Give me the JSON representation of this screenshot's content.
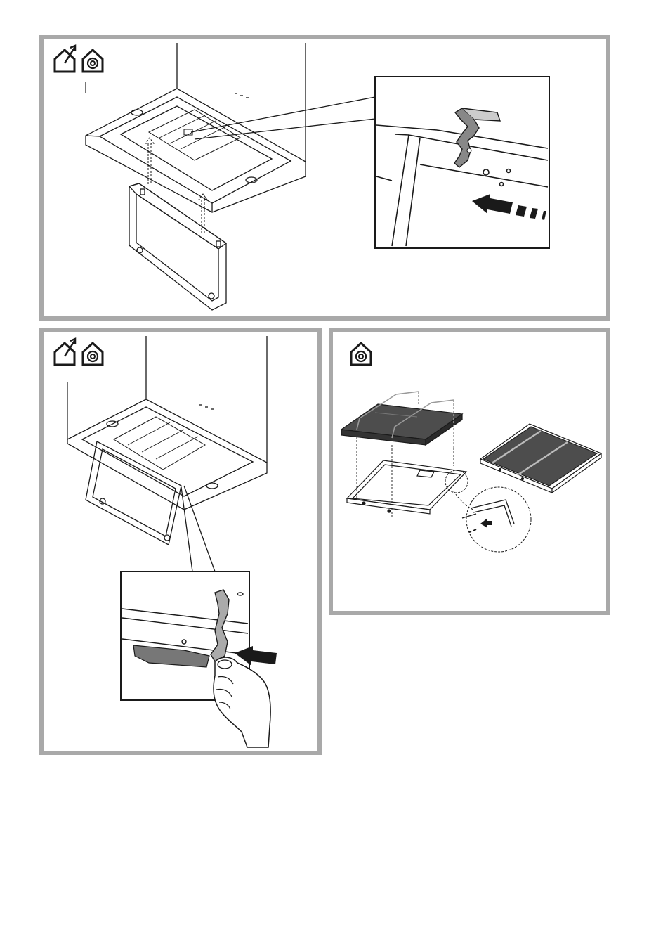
{
  "icons": {
    "exhaust_mode": "house-arrow-out-icon",
    "recirculation_mode": "house-recirculation-icon"
  },
  "panels": [
    {
      "id": "step-attach-grease-filter-frame",
      "modes": [
        "exhaust",
        "recirculation"
      ],
      "detail": "hook-latch-slide"
    },
    {
      "id": "step-open-filter-frame",
      "modes": [
        "exhaust",
        "recirculation"
      ],
      "detail": "press-latch-by-hand"
    },
    {
      "id": "step-insert-carbon-filter",
      "modes": [
        "recirculation"
      ],
      "detail": "corner-clip"
    }
  ],
  "colors": {
    "panel_border": "#a9a9a9",
    "line": "#1a1a1a",
    "carbon_filter": "#4d4d4d",
    "guide_line": "#999999"
  }
}
